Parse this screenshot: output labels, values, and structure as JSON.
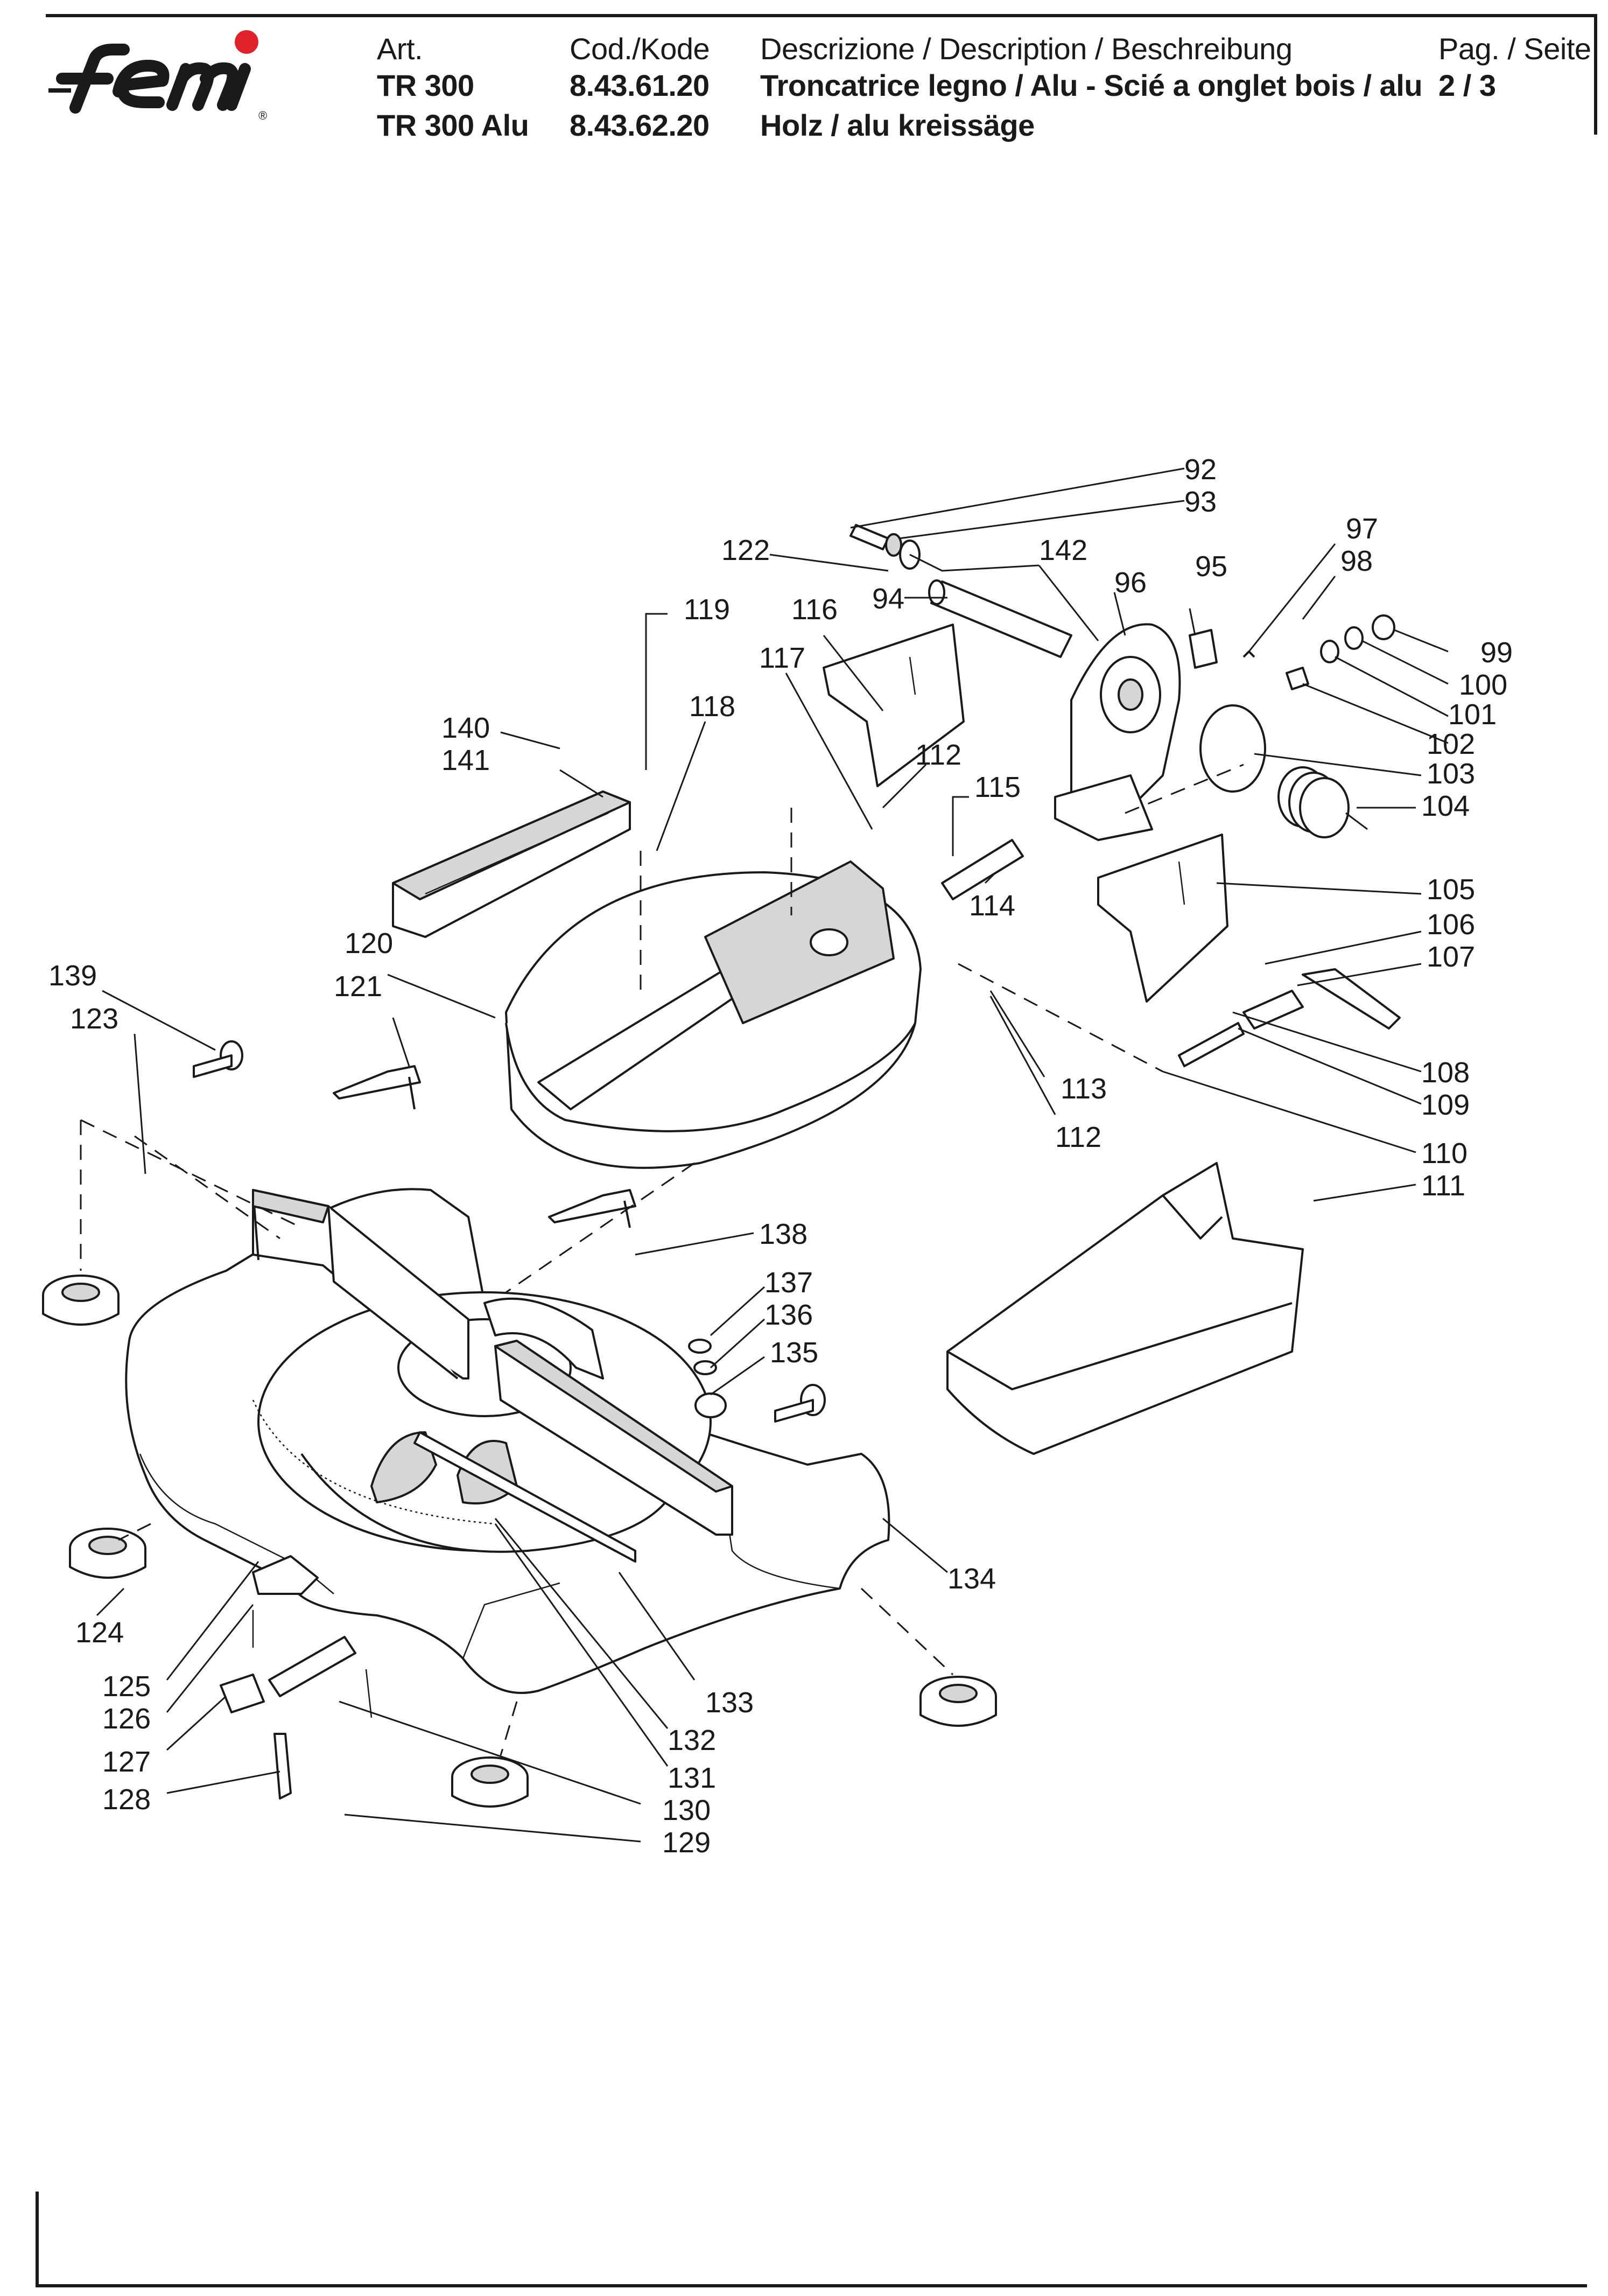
{
  "brand": {
    "name": "femi",
    "accent": "#e0232a"
  },
  "header": {
    "art_label": "Art.",
    "art_values": [
      "TR 300",
      "TR 300 Alu"
    ],
    "code_label": "Cod./Kode",
    "code_values": [
      "8.43.61.20",
      "8.43.62.20"
    ],
    "desc_label": "Descrizione / Description / Beschreibung",
    "desc_values": [
      "Troncatrice legno / Alu - Scié a onglet bois / alu",
      "Holz / alu kreissäge"
    ],
    "page_label": "Pag. / Seite",
    "page_value": "2 / 3"
  },
  "callouts": [
    "92",
    "93",
    "97",
    "98",
    "122",
    "142",
    "95",
    "96",
    "94",
    "99",
    "100",
    "116",
    "119",
    "101",
    "117",
    "102",
    "118",
    "112",
    "103",
    "140",
    "115",
    "104",
    "141",
    "114",
    "105",
    "106",
    "120",
    "107",
    "121",
    "139",
    "123",
    "108",
    "113",
    "109",
    "110",
    "112",
    "111",
    "138",
    "137",
    "136",
    "135",
    "134",
    "124",
    "125",
    "133",
    "126",
    "132",
    "127",
    "131",
    "128",
    "130",
    "129"
  ]
}
